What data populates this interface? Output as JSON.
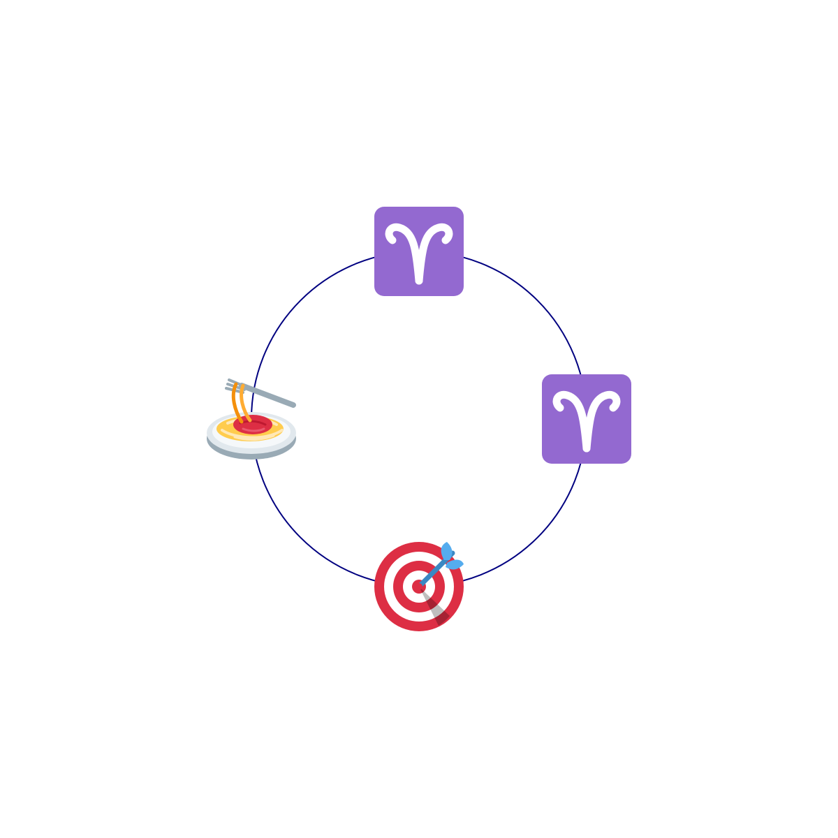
{
  "diagram": {
    "type": "cycle",
    "ring_color": "#000080",
    "nodes": [
      {
        "position": "top",
        "icon": "aries-icon",
        "color": "#9369D0"
      },
      {
        "position": "right",
        "icon": "aries-icon",
        "color": "#9369D0"
      },
      {
        "position": "bottom",
        "icon": "direct-hit-target-icon",
        "color": "#DD2E44"
      },
      {
        "position": "left",
        "icon": "spaghetti-icon",
        "color": "#FFCC4D"
      }
    ]
  }
}
